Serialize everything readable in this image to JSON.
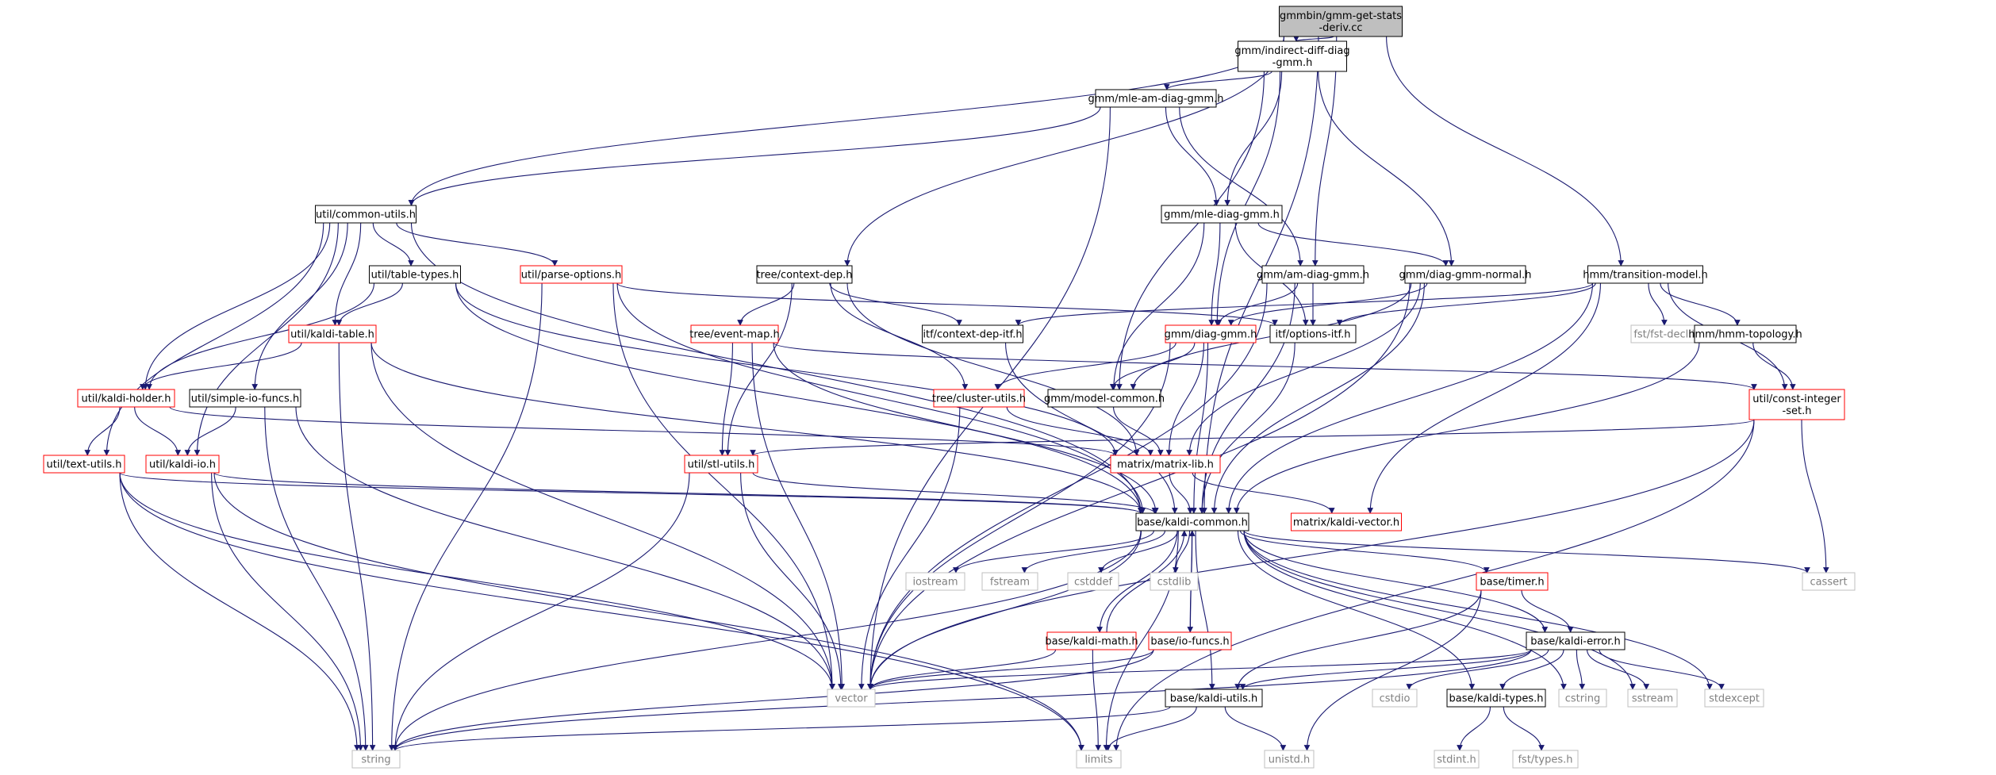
{
  "graph": {
    "root": "gmmbin/gmm-get-stats-deriv.cc",
    "edge_color": "#191970",
    "styles": {
      "root": {
        "fill": "#bfbfbf",
        "stroke": "#000000",
        "text": "#000000"
      },
      "normal": {
        "fill": "#ffffff",
        "stroke": "#000000",
        "text": "#000000"
      },
      "truncated": {
        "fill": "#ffffff",
        "stroke": "#ff0000",
        "text": "#000000"
      },
      "external": {
        "fill": "#ffffff",
        "stroke": "#bfbfbf",
        "text": "#808080"
      }
    },
    "nodes": [
      {
        "id": "root",
        "lines": [
          "gmmbin/gmm-get-stats",
          "-deriv.cc"
        ],
        "style": "root"
      },
      {
        "id": "ind",
        "lines": [
          "gmm/indirect-diff-diag",
          "-gmm.h"
        ],
        "style": "normal"
      },
      {
        "id": "mleam",
        "lines": [
          "gmm/mle-am-diag-gmm.h"
        ],
        "style": "normal"
      },
      {
        "id": "common",
        "lines": [
          "util/common-utils.h"
        ],
        "style": "normal"
      },
      {
        "id": "mlediag",
        "lines": [
          "gmm/mle-diag-gmm.h"
        ],
        "style": "normal"
      },
      {
        "id": "tabletypes",
        "lines": [
          "util/table-types.h"
        ],
        "style": "normal"
      },
      {
        "id": "parseopt",
        "lines": [
          "util/parse-options.h"
        ],
        "style": "truncated"
      },
      {
        "id": "ctxdep",
        "lines": [
          "tree/context-dep.h"
        ],
        "style": "normal"
      },
      {
        "id": "amdiag",
        "lines": [
          "gmm/am-diag-gmm.h"
        ],
        "style": "normal"
      },
      {
        "id": "dgnormal",
        "lines": [
          "gmm/diag-gmm-normal.h"
        ],
        "style": "normal"
      },
      {
        "id": "transmodel",
        "lines": [
          "hmm/transition-model.h"
        ],
        "style": "normal"
      },
      {
        "id": "kalditable",
        "lines": [
          "util/kaldi-table.h"
        ],
        "style": "truncated"
      },
      {
        "id": "eventmap",
        "lines": [
          "tree/event-map.h"
        ],
        "style": "truncated"
      },
      {
        "id": "ctxdepitf",
        "lines": [
          "itf/context-dep-itf.h"
        ],
        "style": "normal"
      },
      {
        "id": "diaggmm",
        "lines": [
          "gmm/diag-gmm.h"
        ],
        "style": "truncated"
      },
      {
        "id": "optitf",
        "lines": [
          "itf/options-itf.h"
        ],
        "style": "normal"
      },
      {
        "id": "fstdecl",
        "lines": [
          "fst/fst-decl.h"
        ],
        "style": "external"
      },
      {
        "id": "hmmtopo",
        "lines": [
          "hmm/hmm-topology.h"
        ],
        "style": "normal"
      },
      {
        "id": "kholder",
        "lines": [
          "util/kaldi-holder.h"
        ],
        "style": "truncated"
      },
      {
        "id": "simpleio",
        "lines": [
          "util/simple-io-funcs.h"
        ],
        "style": "normal"
      },
      {
        "id": "cluster",
        "lines": [
          "tree/cluster-utils.h"
        ],
        "style": "truncated"
      },
      {
        "id": "modelcommon",
        "lines": [
          "gmm/model-common.h"
        ],
        "style": "normal"
      },
      {
        "id": "constint",
        "lines": [
          "util/const-integer",
          "-set.h"
        ],
        "style": "truncated"
      },
      {
        "id": "textutils",
        "lines": [
          "util/text-utils.h"
        ],
        "style": "truncated"
      },
      {
        "id": "kaldiio",
        "lines": [
          "util/kaldi-io.h"
        ],
        "style": "truncated"
      },
      {
        "id": "stlutils",
        "lines": [
          "util/stl-utils.h"
        ],
        "style": "truncated"
      },
      {
        "id": "matlib",
        "lines": [
          "matrix/matrix-lib.h"
        ],
        "style": "truncated"
      },
      {
        "id": "kcommon",
        "lines": [
          "base/kaldi-common.h"
        ],
        "style": "normal"
      },
      {
        "id": "kvector",
        "lines": [
          "matrix/kaldi-vector.h"
        ],
        "style": "truncated"
      },
      {
        "id": "iostream",
        "lines": [
          "iostream"
        ],
        "style": "external"
      },
      {
        "id": "fstream",
        "lines": [
          "fstream"
        ],
        "style": "external"
      },
      {
        "id": "cstddef",
        "lines": [
          "cstddef"
        ],
        "style": "external"
      },
      {
        "id": "cstdlib",
        "lines": [
          "cstdlib"
        ],
        "style": "external"
      },
      {
        "id": "timer",
        "lines": [
          "base/timer.h"
        ],
        "style": "truncated"
      },
      {
        "id": "cassert",
        "lines": [
          "cassert"
        ],
        "style": "external"
      },
      {
        "id": "kmath",
        "lines": [
          "base/kaldi-math.h"
        ],
        "style": "truncated"
      },
      {
        "id": "iofuncs",
        "lines": [
          "base/io-funcs.h"
        ],
        "style": "truncated"
      },
      {
        "id": "kerror",
        "lines": [
          "base/kaldi-error.h"
        ],
        "style": "normal"
      },
      {
        "id": "vector",
        "lines": [
          "vector"
        ],
        "style": "external"
      },
      {
        "id": "kutils",
        "lines": [
          "base/kaldi-utils.h"
        ],
        "style": "normal"
      },
      {
        "id": "cstdio",
        "lines": [
          "cstdio"
        ],
        "style": "external"
      },
      {
        "id": "ktypes",
        "lines": [
          "base/kaldi-types.h"
        ],
        "style": "normal"
      },
      {
        "id": "cstring",
        "lines": [
          "cstring"
        ],
        "style": "external"
      },
      {
        "id": "sstream",
        "lines": [
          "sstream"
        ],
        "style": "external"
      },
      {
        "id": "stdexcept",
        "lines": [
          "stdexcept"
        ],
        "style": "external"
      },
      {
        "id": "string",
        "lines": [
          "string"
        ],
        "style": "external"
      },
      {
        "id": "limits",
        "lines": [
          "limits"
        ],
        "style": "external"
      },
      {
        "id": "unistd",
        "lines": [
          "unistd.h"
        ],
        "style": "external"
      },
      {
        "id": "stdint",
        "lines": [
          "stdint.h"
        ],
        "style": "external"
      },
      {
        "id": "fsttypes",
        "lines": [
          "fst/types.h"
        ],
        "style": "external"
      }
    ],
    "edges": [
      [
        "root",
        "ind"
      ],
      [
        "root",
        "common"
      ],
      [
        "root",
        "ctxdep"
      ],
      [
        "root",
        "amdiag"
      ],
      [
        "root",
        "transmodel"
      ],
      [
        "root",
        "kcommon"
      ],
      [
        "ind",
        "mleam"
      ],
      [
        "ind",
        "mlediag"
      ],
      [
        "ind",
        "diaggmm"
      ],
      [
        "ind",
        "dgnormal"
      ],
      [
        "ind",
        "modelcommon"
      ],
      [
        "mleam",
        "common"
      ],
      [
        "mleam",
        "mlediag"
      ],
      [
        "mleam",
        "amdiag"
      ],
      [
        "mleam",
        "vector"
      ],
      [
        "common",
        "tabletypes"
      ],
      [
        "common",
        "parseopt"
      ],
      [
        "common",
        "kalditable"
      ],
      [
        "common",
        "kholder"
      ],
      [
        "common",
        "simpleio"
      ],
      [
        "common",
        "textutils"
      ],
      [
        "common",
        "kaldiio"
      ],
      [
        "common",
        "kcommon"
      ],
      [
        "mlediag",
        "dgnormal"
      ],
      [
        "mlediag",
        "diaggmm"
      ],
      [
        "mlediag",
        "optitf"
      ],
      [
        "mlediag",
        "modelcommon"
      ],
      [
        "tabletypes",
        "kalditable"
      ],
      [
        "tabletypes",
        "kholder"
      ],
      [
        "tabletypes",
        "matlib"
      ],
      [
        "tabletypes",
        "kcommon"
      ],
      [
        "parseopt",
        "optitf"
      ],
      [
        "parseopt",
        "kcommon"
      ],
      [
        "parseopt",
        "string"
      ],
      [
        "parseopt",
        "vector"
      ],
      [
        "ctxdep",
        "eventmap"
      ],
      [
        "ctxdep",
        "ctxdepitf"
      ],
      [
        "ctxdep",
        "cluster"
      ],
      [
        "ctxdep",
        "stlutils"
      ],
      [
        "ctxdep",
        "matlib"
      ],
      [
        "amdiag",
        "diaggmm"
      ],
      [
        "amdiag",
        "optitf"
      ],
      [
        "amdiag",
        "kcommon"
      ],
      [
        "amdiag",
        "vector"
      ],
      [
        "dgnormal",
        "diaggmm"
      ],
      [
        "dgnormal",
        "modelcommon"
      ],
      [
        "dgnormal",
        "matlib"
      ],
      [
        "dgnormal",
        "kcommon"
      ],
      [
        "dgnormal",
        "vector"
      ],
      [
        "transmodel",
        "ctxdepitf"
      ],
      [
        "transmodel",
        "fstdecl"
      ],
      [
        "transmodel",
        "hmmtopo"
      ],
      [
        "transmodel",
        "constint"
      ],
      [
        "transmodel",
        "optitf"
      ],
      [
        "transmodel",
        "kcommon"
      ],
      [
        "transmodel",
        "kvector"
      ],
      [
        "kalditable",
        "kholder"
      ],
      [
        "kalditable",
        "kcommon"
      ],
      [
        "kalditable",
        "vector"
      ],
      [
        "kalditable",
        "string"
      ],
      [
        "eventmap",
        "stlutils"
      ],
      [
        "eventmap",
        "constint"
      ],
      [
        "eventmap",
        "kcommon"
      ],
      [
        "eventmap",
        "vector"
      ],
      [
        "ctxdepitf",
        "kcommon"
      ],
      [
        "diaggmm",
        "modelcommon"
      ],
      [
        "diaggmm",
        "cluster"
      ],
      [
        "diaggmm",
        "matlib"
      ],
      [
        "diaggmm",
        "kcommon"
      ],
      [
        "diaggmm",
        "vector"
      ],
      [
        "optitf",
        "kcommon"
      ],
      [
        "hmmtopo",
        "constint"
      ],
      [
        "hmmtopo",
        "kcommon"
      ],
      [
        "kholder",
        "textutils"
      ],
      [
        "kholder",
        "kaldiio"
      ],
      [
        "kholder",
        "matlib"
      ],
      [
        "simpleio",
        "kaldiio"
      ],
      [
        "simpleio",
        "string"
      ],
      [
        "simpleio",
        "vector"
      ],
      [
        "cluster",
        "matlib"
      ],
      [
        "cluster",
        "vector"
      ],
      [
        "modelcommon",
        "matlib"
      ],
      [
        "constint",
        "stlutils"
      ],
      [
        "constint",
        "cassert"
      ],
      [
        "constint",
        "vector"
      ],
      [
        "constint",
        "limits"
      ],
      [
        "textutils",
        "kcommon"
      ],
      [
        "textutils",
        "limits"
      ],
      [
        "textutils",
        "string"
      ],
      [
        "textutils",
        "vector"
      ],
      [
        "kaldiio",
        "kcommon"
      ],
      [
        "kaldiio",
        "string"
      ],
      [
        "kaldiio",
        "limits"
      ],
      [
        "stlutils",
        "kcommon"
      ],
      [
        "stlutils",
        "vector"
      ],
      [
        "stlutils",
        "string"
      ],
      [
        "matlib",
        "kcommon"
      ],
      [
        "matlib",
        "kvector"
      ],
      [
        "kcommon",
        "iostream"
      ],
      [
        "kcommon",
        "fstream"
      ],
      [
        "kcommon",
        "cstddef"
      ],
      [
        "kcommon",
        "cstdlib"
      ],
      [
        "kcommon",
        "timer"
      ],
      [
        "kcommon",
        "cassert"
      ],
      [
        "kcommon",
        "kmath"
      ],
      [
        "kcommon",
        "iofuncs"
      ],
      [
        "kcommon",
        "kerror"
      ],
      [
        "kcommon",
        "kutils"
      ],
      [
        "kcommon",
        "ktypes"
      ],
      [
        "kcommon",
        "cstring"
      ],
      [
        "kcommon",
        "sstream"
      ],
      [
        "kcommon",
        "stdexcept"
      ],
      [
        "kcommon",
        "vector"
      ],
      [
        "kcommon",
        "string"
      ],
      [
        "kcommon",
        "limits"
      ],
      [
        "timer",
        "kerror"
      ],
      [
        "timer",
        "kutils"
      ],
      [
        "timer",
        "unistd"
      ],
      [
        "kmath",
        "kcommon"
      ],
      [
        "kmath",
        "vector"
      ],
      [
        "kmath",
        "limits"
      ],
      [
        "iofuncs",
        "kcommon"
      ],
      [
        "iofuncs",
        "vector"
      ],
      [
        "iofuncs",
        "string"
      ],
      [
        "kerror",
        "kutils"
      ],
      [
        "kerror",
        "ktypes"
      ],
      [
        "kerror",
        "cstdio"
      ],
      [
        "kerror",
        "cstring"
      ],
      [
        "kerror",
        "sstream"
      ],
      [
        "kerror",
        "stdexcept"
      ],
      [
        "kerror",
        "vector"
      ],
      [
        "kerror",
        "string"
      ],
      [
        "kutils",
        "limits"
      ],
      [
        "kutils",
        "unistd"
      ],
      [
        "kutils",
        "string"
      ],
      [
        "ktypes",
        "stdint"
      ],
      [
        "ktypes",
        "fsttypes"
      ]
    ]
  }
}
